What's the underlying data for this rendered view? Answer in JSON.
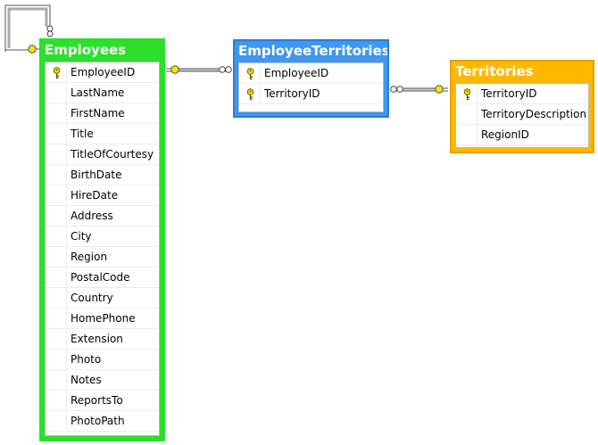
{
  "tables": {
    "employees": {
      "title": "Employees",
      "columns": [
        {
          "name": "EmployeeID",
          "key": true
        },
        {
          "name": "LastName",
          "key": false
        },
        {
          "name": "FirstName",
          "key": false
        },
        {
          "name": "Title",
          "key": false
        },
        {
          "name": "TitleOfCourtesy",
          "key": false
        },
        {
          "name": "BirthDate",
          "key": false
        },
        {
          "name": "HireDate",
          "key": false
        },
        {
          "name": "Address",
          "key": false
        },
        {
          "name": "City",
          "key": false
        },
        {
          "name": "Region",
          "key": false
        },
        {
          "name": "PostalCode",
          "key": false
        },
        {
          "name": "Country",
          "key": false
        },
        {
          "name": "HomePhone",
          "key": false
        },
        {
          "name": "Extension",
          "key": false
        },
        {
          "name": "Photo",
          "key": false
        },
        {
          "name": "Notes",
          "key": false
        },
        {
          "name": "ReportsTo",
          "key": false
        },
        {
          "name": "PhotoPath",
          "key": false
        }
      ]
    },
    "employee_territories": {
      "title": "EmployeeTerritories",
      "columns": [
        {
          "name": "EmployeeID",
          "key": true
        },
        {
          "name": "TerritoryID",
          "key": true
        }
      ]
    },
    "territories": {
      "title": "Territories",
      "columns": [
        {
          "name": "TerritoryID",
          "key": true
        },
        {
          "name": "TerritoryDescription",
          "key": false
        },
        {
          "name": "RegionID",
          "key": false
        }
      ]
    }
  },
  "colors": {
    "employees": "#2ddf2d",
    "employee_territories": "#3f97f0",
    "territories": "#ffb800",
    "key_icon": "#f2e600",
    "relationship_line": "#606060"
  }
}
